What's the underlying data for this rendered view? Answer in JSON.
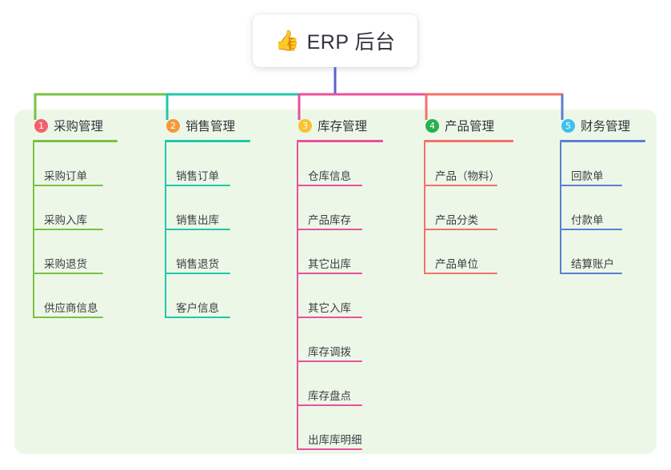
{
  "root": {
    "icon": "thumbs-up-icon",
    "icon_glyph": "👍",
    "title": "ERP 后台"
  },
  "panel": {
    "background": "#edf7e7"
  },
  "connector_root_color": "#5b63c9",
  "columns": [
    {
      "number": "1",
      "title": "采购管理",
      "badge_color": "#f4606c",
      "line_color": "#7ac143",
      "items": [
        "采购订单",
        "采购入库",
        "采购退货",
        "供应商信息"
      ]
    },
    {
      "number": "2",
      "title": "销售管理",
      "badge_color": "#f59a38",
      "line_color": "#1fc8a9",
      "items": [
        "销售订单",
        "销售出库",
        "销售退货",
        "客户信息"
      ]
    },
    {
      "number": "3",
      "title": "库存管理",
      "badge_color": "#f9c22e",
      "line_color": "#e8509b",
      "items": [
        "仓库信息",
        "产品库存",
        "其它出库",
        "其它入库",
        "库存调拨",
        "库存盘点",
        "出库库明细"
      ]
    },
    {
      "number": "4",
      "title": "产品管理",
      "badge_color": "#24b24c",
      "line_color": "#f4706a",
      "items": [
        "产品（物料）",
        "产品分类",
        "产品单位"
      ]
    },
    {
      "number": "5",
      "title": "财务管理",
      "badge_color": "#3fc0ec",
      "line_color": "#5b7fd4",
      "items": [
        "回款单",
        "付款单",
        "结算账户"
      ]
    }
  ]
}
